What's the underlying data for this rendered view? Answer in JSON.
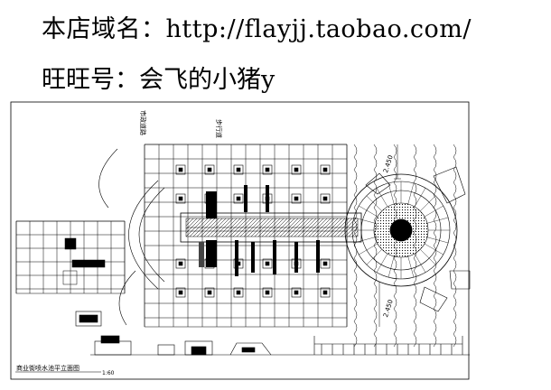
{
  "banner": {
    "shop_line": "本店域名：http://flayjj.taobao.com/",
    "wangwang_line": "旺旺号：会飞的小猪y"
  },
  "plan": {
    "title": "商业街喷水池平立面图",
    "scale": "1:60",
    "road_label_1": "市政道路",
    "road_label_2": "步行道",
    "dim_top": "2.450",
    "dim_bottom": "2.450"
  },
  "colors": {
    "ink": "#000000",
    "background": "#ffffff"
  }
}
